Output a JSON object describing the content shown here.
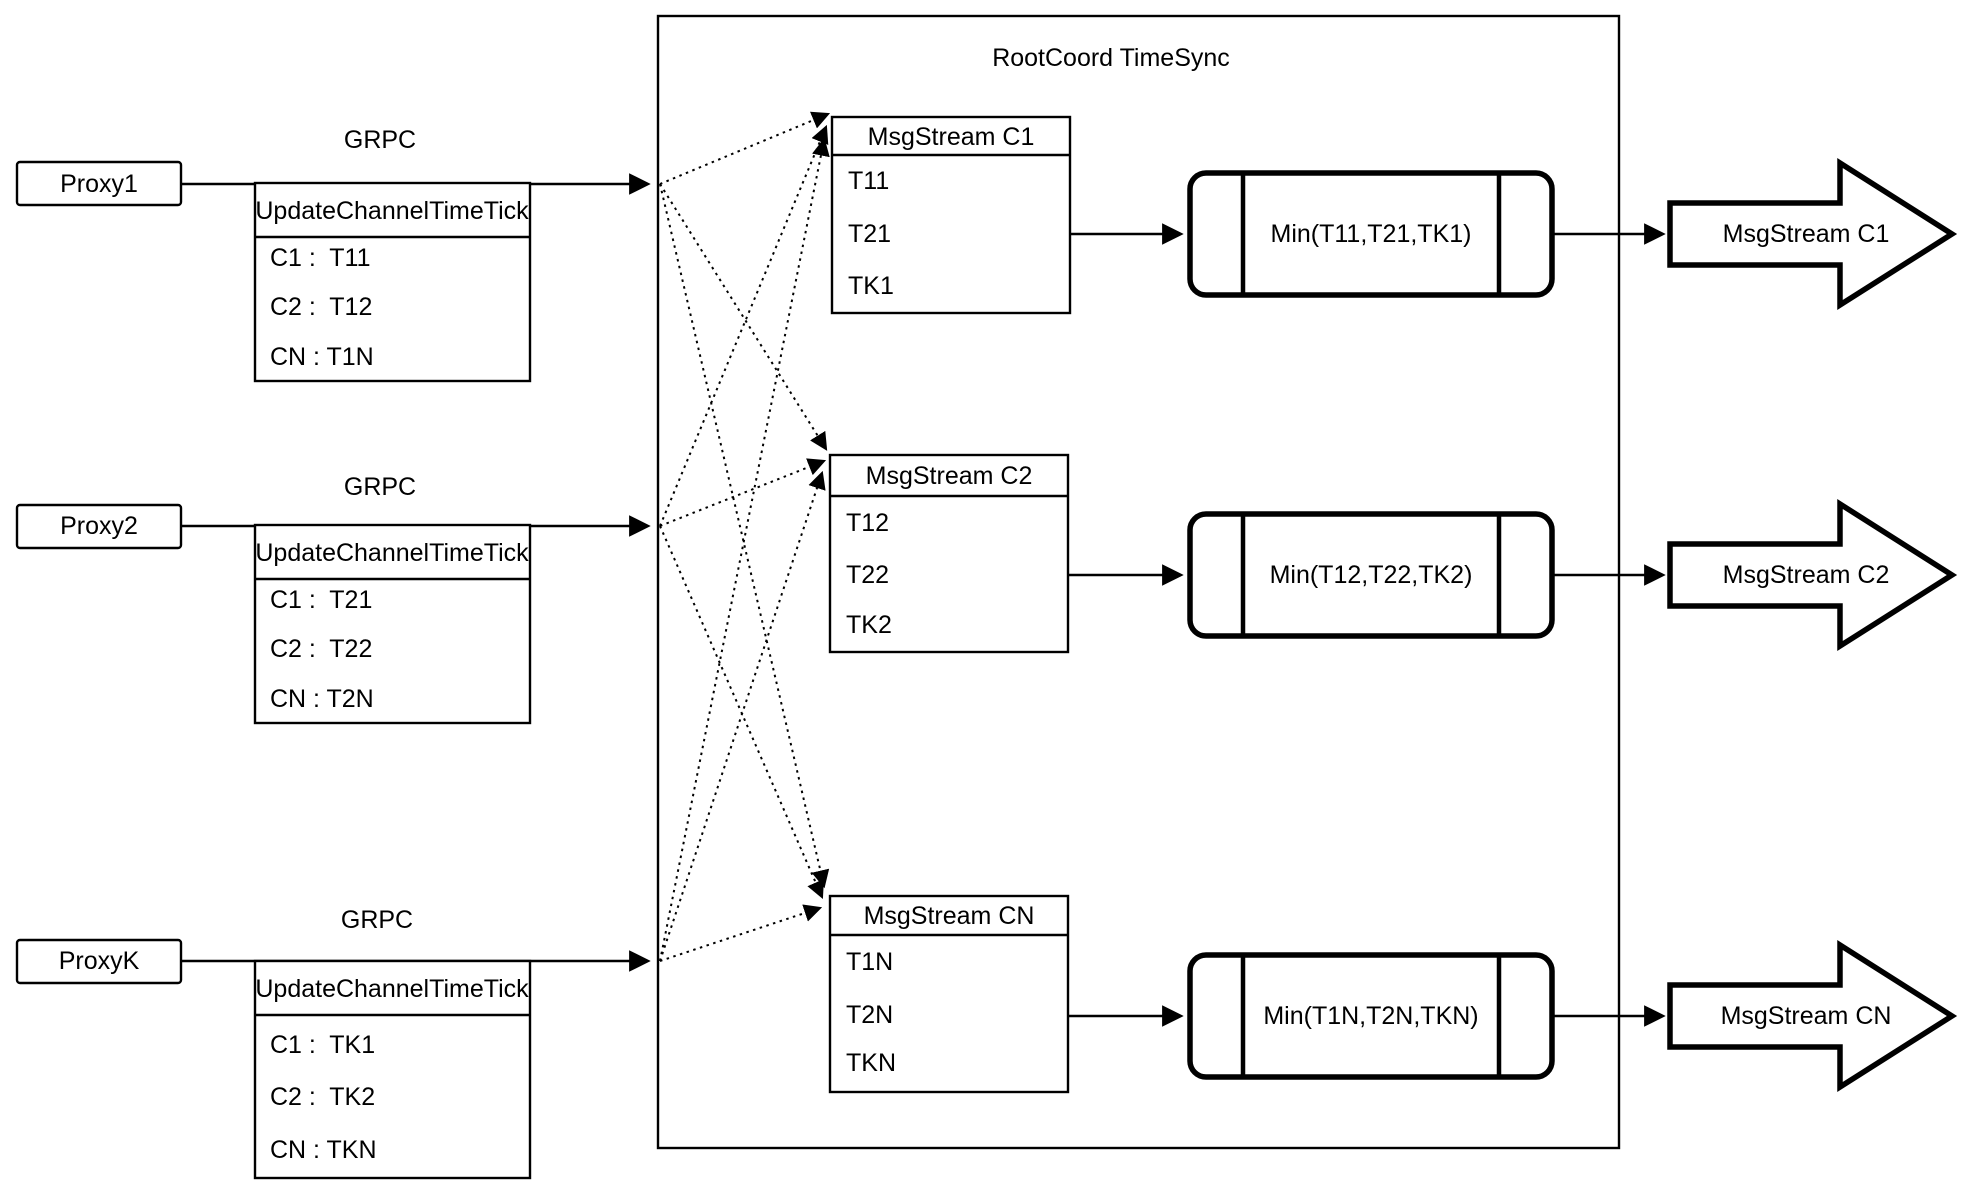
{
  "colors": {
    "stroke": "#000000",
    "background": "#ffffff"
  },
  "diagram": {
    "title": "RootCoord TimeSync",
    "proxies": [
      {
        "name": "Proxy1",
        "protocol": "GRPC",
        "message": "UpdateChannelTimeTick",
        "rows": [
          "C1 :  T11",
          "C2 :  T12",
          "CN : T1N"
        ]
      },
      {
        "name": "Proxy2",
        "protocol": "GRPC",
        "message": "UpdateChannelTimeTick",
        "rows": [
          "C1 :  T21",
          "C2 :  T22",
          "CN : T2N"
        ]
      },
      {
        "name": "ProxyK",
        "protocol": "GRPC",
        "message": "UpdateChannelTimeTick",
        "rows": [
          "C1 :  TK1",
          "C2 :  TK2",
          "CN : TKN"
        ]
      }
    ],
    "streams": [
      {
        "table_title": "MsgStream C1",
        "ticks": [
          "T11",
          "T21",
          "TK1"
        ],
        "min": "Min(T11,T21,TK1)",
        "output": "MsgStream C1"
      },
      {
        "table_title": "MsgStream C2",
        "ticks": [
          "T12",
          "T22",
          "TK2"
        ],
        "min": "Min(T12,T22,TK2)",
        "output": "MsgStream C2"
      },
      {
        "table_title": "MsgStream CN",
        "ticks": [
          "T1N",
          "T2N",
          "TKN"
        ],
        "min": "Min(T1N,T2N,TKN)",
        "output": "MsgStream CN"
      }
    ]
  }
}
